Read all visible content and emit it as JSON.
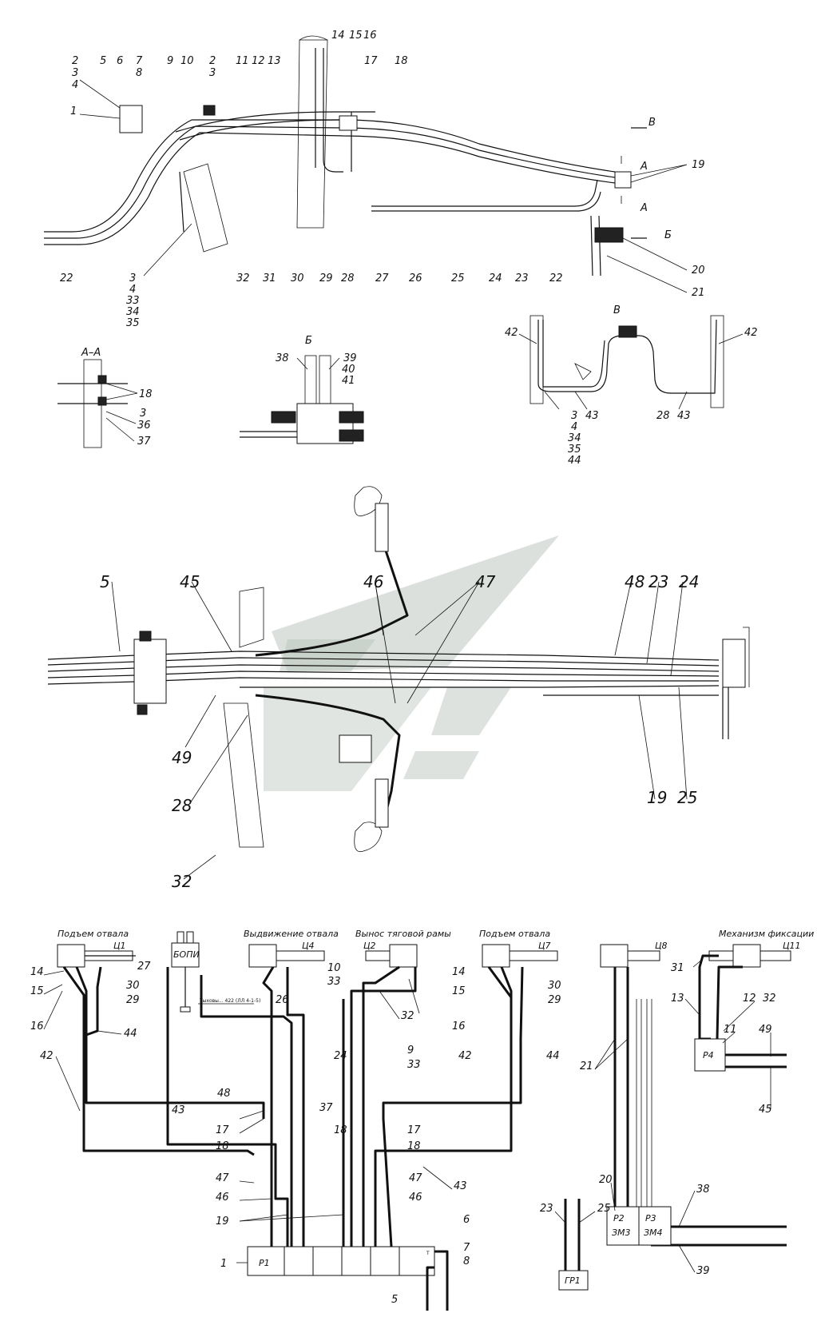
{
  "top_view": {
    "callouts": [
      "1",
      "2",
      "3",
      "4",
      "5",
      "6",
      "7",
      "8",
      "9",
      "10",
      "11",
      "12",
      "13",
      "14",
      "15",
      "16",
      "17",
      "18",
      "19",
      "20",
      "21",
      "22",
      "22",
      "23",
      "24",
      "25",
      "26",
      "27",
      "28",
      "29",
      "30",
      "31",
      "32",
      "33",
      "34",
      "35"
    ],
    "view_marks": {
      "a": "А",
      "b": "Б",
      "v": "В"
    }
  },
  "section_aa": {
    "title": "А–А",
    "callouts": [
      "18",
      "3",
      "36",
      "37"
    ]
  },
  "view_b": {
    "title": "Б",
    "callouts": [
      "38",
      "39",
      "40",
      "41"
    ]
  },
  "view_v": {
    "title": "В",
    "callouts": [
      "42",
      "42",
      "43",
      "43",
      "28",
      "3",
      "4",
      "34",
      "35",
      "44"
    ]
  },
  "plan_view": {
    "callouts": [
      "5",
      "45",
      "46",
      "47",
      "48",
      "23",
      "24",
      "49",
      "28",
      "32",
      "19",
      "25"
    ]
  },
  "schematic": {
    "captions": {
      "c1": "Подъем отвала",
      "c2": "Выдвижение отвала",
      "c3": "Вынос тяговой рамы",
      "c4": "Подъем отвала",
      "c5": "Механизм фиксации"
    },
    "cylinders": {
      "c1": "Ц1",
      "c4": "Ц4",
      "c2": "Ц2",
      "c7": "Ц7",
      "c8": "Ц8",
      "c11": "Ц11"
    },
    "units": {
      "r1": "Р1",
      "r2": "Р2",
      "zm3": "ЗМ3",
      "r3": "Р3",
      "zm4": "ЗМ4",
      "r4": "Р4",
      "gr1": "ГР1",
      "bopi": "БОПИ",
      "sensor_note": "Тыховы... 422 (ЛЛ 4-1-5)"
    },
    "port_letters": {
      "t": "Т",
      "p": "Р"
    },
    "callouts": {
      "left": [
        "14",
        "15",
        "16",
        "30",
        "29",
        "42",
        "44",
        "43",
        "27",
        "48",
        "26",
        "24",
        "17",
        "18",
        "47",
        "46",
        "19",
        "1",
        "37",
        "18",
        "10",
        "33",
        "32",
        "9",
        "33",
        "6",
        "7",
        "8",
        "5"
      ],
      "right": [
        "14",
        "15",
        "16",
        "30",
        "29",
        "42",
        "44",
        "17",
        "18",
        "47",
        "46",
        "43",
        "31",
        "13",
        "12",
        "32",
        "11",
        "49",
        "45",
        "21",
        "20",
        "38",
        "39",
        "23",
        "25"
      ]
    }
  },
  "watermark": {
    "fill": "#c8cfc9"
  }
}
